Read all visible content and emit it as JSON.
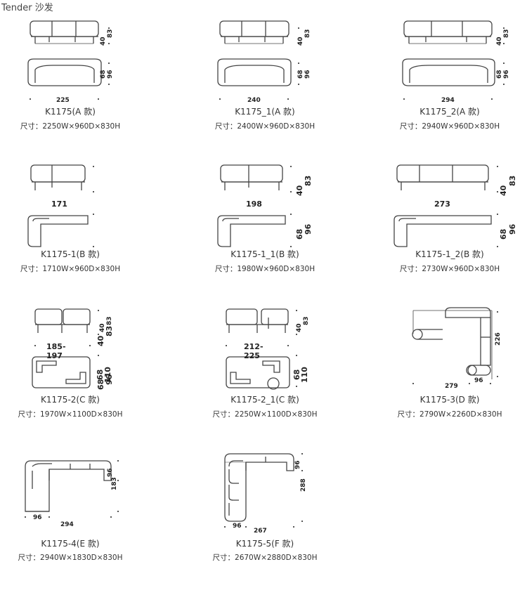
{
  "page_title": "Tender 沙发",
  "items": [
    {
      "model": "K1175(A 款)",
      "spec": "尺寸：2250W×960D×830H",
      "width_label": "225",
      "height_labels": [
        "40",
        "83"
      ],
      "depth_labels": [
        "68",
        "96"
      ]
    },
    {
      "model": "K1175_1(A 款)",
      "spec": "尺寸：2400W×960D×830H",
      "width_label": "240",
      "height_labels": [
        "40",
        "83"
      ],
      "depth_labels": [
        "68",
        "96"
      ]
    },
    {
      "model": "K1175_2(A 款)",
      "spec": "尺寸：2940W×960D×830H",
      "width_label": "294",
      "height_labels": [
        "40",
        "83"
      ],
      "depth_labels": [
        "68",
        "96"
      ]
    },
    {
      "model": "K1175-1(B 款)",
      "spec": "尺寸：1710W×960D×830H",
      "width_label": "171",
      "height_labels": [
        "40",
        "83"
      ],
      "depth_labels": [
        "68",
        "96"
      ]
    },
    {
      "model": "K1175-1_1(B 款)",
      "spec": "尺寸：1980W×960D×830H",
      "width_label": "198",
      "height_labels": [
        "40",
        "83"
      ],
      "depth_labels": [
        "68",
        "96"
      ]
    },
    {
      "model": "K1175-1_2(B 款)",
      "spec": "尺寸：2730W×960D×830H",
      "width_label": "273",
      "height_labels": [
        "40",
        "83"
      ],
      "depth_labels": [
        "68",
        "96"
      ]
    },
    {
      "model": "K1175-2(C 款)",
      "spec": "尺寸：1970W×1100D×830H",
      "width_label": "185-197",
      "height_labels": [
        "40",
        "83"
      ],
      "depth_labels": [
        "68",
        "110"
      ]
    },
    {
      "model": "K1175-2_1(C 款)",
      "spec": "尺寸：2250W×1100D×830H",
      "width_label": "212-225",
      "height_labels": [
        "40",
        "83"
      ],
      "depth_labels": [
        "68",
        "110"
      ]
    },
    {
      "model": "K1175-3(D 款)",
      "spec": "尺寸：2790W×2260D×830H",
      "width_label": "279",
      "second_label": "96",
      "side_label": "226"
    },
    {
      "model": "K1175-4(E 款)",
      "spec": "尺寸：2940W×1830D×830H",
      "width_label": "294",
      "second_label": "96",
      "side_labels": [
        "96",
        "183"
      ]
    },
    {
      "model": "K1175-5(F 款)",
      "spec": "尺寸：2670W×2880D×830H",
      "width_label": "267",
      "second_label": "96",
      "side_labels": [
        "96",
        "288"
      ]
    }
  ]
}
